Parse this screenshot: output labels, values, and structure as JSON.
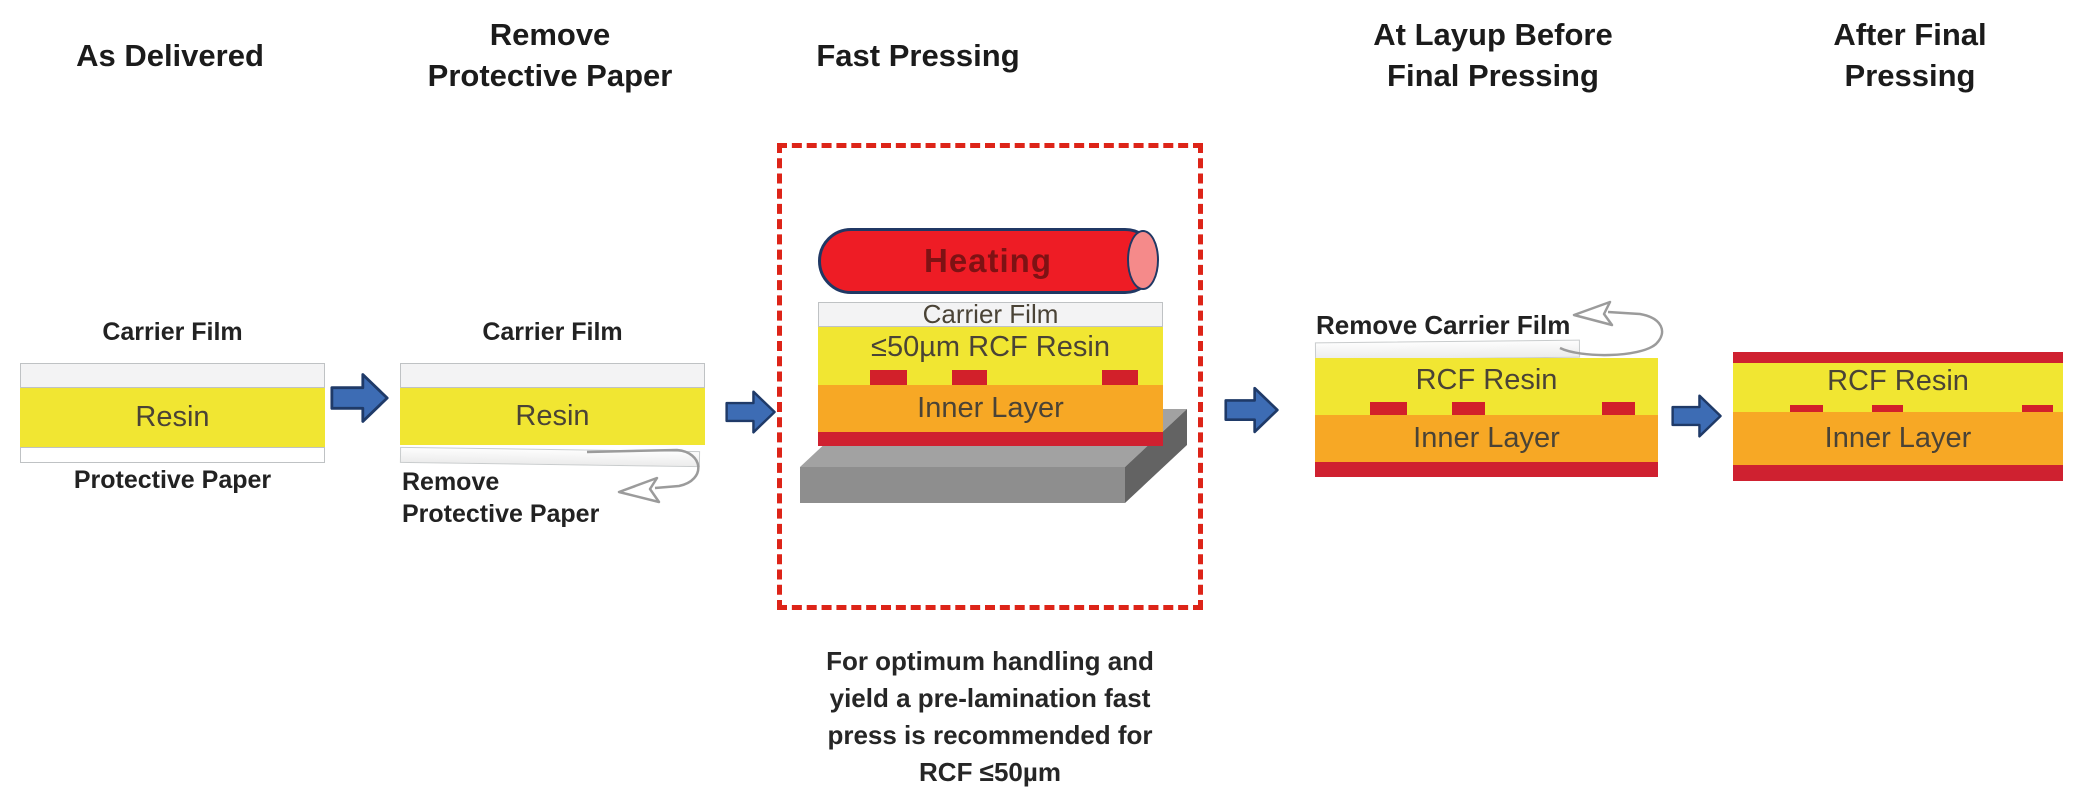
{
  "figure": {
    "stages": [
      {
        "title": [
          "As Delivered"
        ],
        "labels": {
          "above": "Carrier Film",
          "below": "Protective Paper"
        },
        "layers": {
          "carrier": "",
          "resin": "Resin",
          "paper": ""
        }
      },
      {
        "title": [
          "Remove",
          "Protective Paper"
        ],
        "labels": {
          "above": "Carrier Film",
          "action": [
            "Remove",
            "Protective Paper"
          ]
        },
        "layers": {
          "carrier": "",
          "resin": "Resin"
        }
      },
      {
        "title": [
          "Fast Pressing"
        ],
        "layers": {
          "heating": "Heating",
          "carrier": "Carrier Film",
          "resin": "≤50µm RCF Resin",
          "inner": "Inner Layer"
        },
        "caption": [
          "For optimum handling and",
          "yield a pre-lamination fast",
          "press is recommended for",
          "RCF ≤50µm"
        ]
      },
      {
        "title": [
          "At Layup Before",
          "Final Pressing"
        ],
        "labels": {
          "action": "Remove Carrier Film"
        },
        "layers": {
          "resin": "RCF Resin",
          "inner": "Inner Layer"
        }
      },
      {
        "title": [
          "After Final",
          "Pressing"
        ],
        "layers": {
          "resin": "RCF Resin",
          "inner": "Inner Layer"
        }
      }
    ],
    "colors": {
      "resin_yellow": "#f1e632",
      "inner_orange": "#f7a825",
      "copper_red": "#d2202a",
      "band_red": "#cf2130",
      "heating_red": "#ee1c25",
      "dashed_border_red": "#dd2418",
      "arrow_blue": "#3d6cb4",
      "arrow_outline_navy": "#1f3a68",
      "carrier_gray": "#f3f3f4",
      "slab_gray": "#8e8e8e"
    }
  }
}
